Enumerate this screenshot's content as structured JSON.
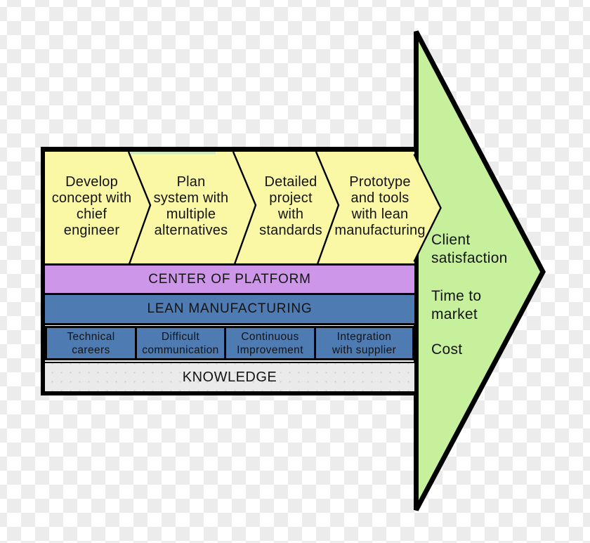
{
  "colors": {
    "arrow-green": "#c7f09c",
    "band-yellow": "#faf8a5",
    "platform-purple": "#cd96e8",
    "lean-blue": "#4d7bb2",
    "knowledge-gray": "#eaeaea",
    "strip-green": "#cfe9c0",
    "checker-gray": "#ececec",
    "checker-white": "#ffffff",
    "outline-black": "#000000"
  },
  "steps": [
    {
      "lines": [
        "Develop",
        "concept with",
        "chief",
        "engineer"
      ]
    },
    {
      "lines": [
        "Plan",
        "system with",
        "multiple",
        "alternatives"
      ]
    },
    {
      "lines": [
        "Detailed",
        "project",
        "with",
        "standards"
      ]
    },
    {
      "lines": [
        "Prototype",
        "and tools",
        "with lean",
        "manufacturing"
      ]
    }
  ],
  "bars": {
    "platform": "CENTER OF PLATFORM",
    "lean": "LEAN MANUFACTURING",
    "knowledge": "KNOWLEDGE"
  },
  "enablers": [
    {
      "lines": [
        "Technical",
        "careers"
      ]
    },
    {
      "lines": [
        "Difficult",
        "communication"
      ]
    },
    {
      "lines": [
        "Continuous",
        "Improvement"
      ]
    },
    {
      "lines": [
        "Integration",
        "with supplier"
      ]
    }
  ],
  "outcomes": [
    {
      "lines": [
        "Client",
        "satisfaction"
      ]
    },
    {
      "lines": [
        "Time to",
        "market"
      ]
    },
    {
      "lines": [
        "Cost"
      ]
    }
  ]
}
